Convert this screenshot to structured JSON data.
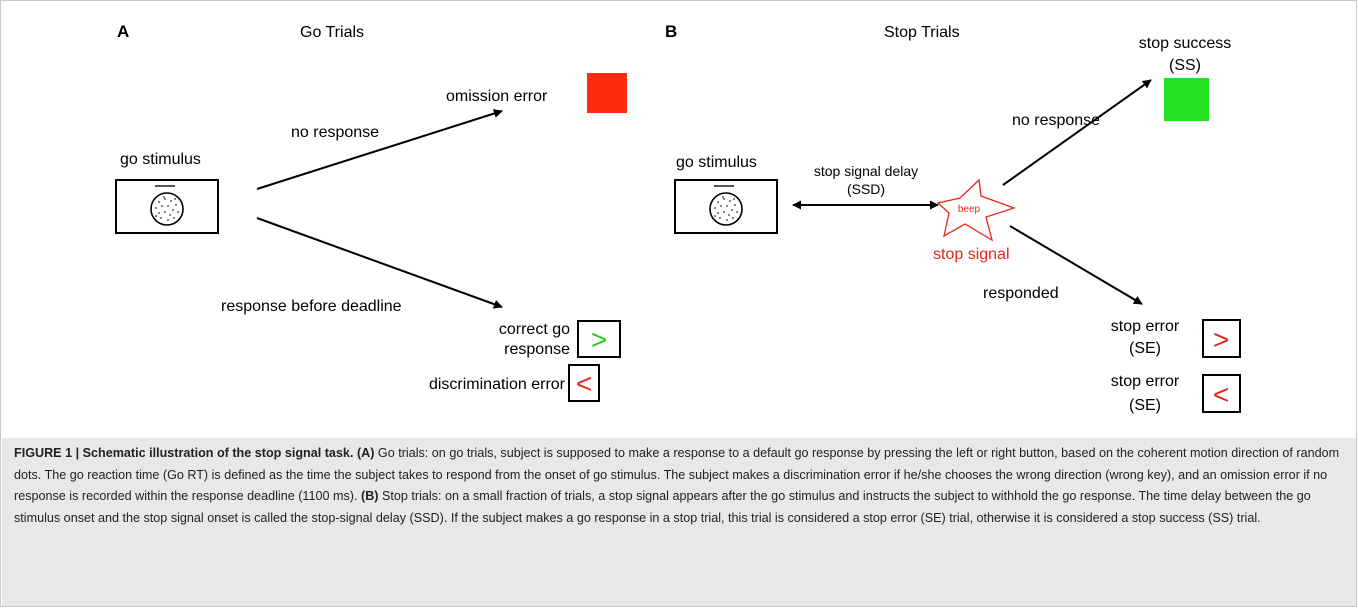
{
  "panel_a": {
    "letter": "A",
    "title": "Go Trials",
    "stimulus_label": "go stimulus",
    "branch_no_response": "no response",
    "branch_response": "response before deadline",
    "omission_label": "omission error",
    "correct_label_line1": "correct go",
    "correct_label_line2": "response",
    "discrimination_label": "discrimination error",
    "correct_symbol": ">",
    "error_symbol": "<",
    "colors": {
      "omission": "#ff2a10",
      "correct_symbol": "#28c828",
      "error_symbol": "#e8261a"
    }
  },
  "panel_b": {
    "letter": "B",
    "title": "Stop Trials",
    "stimulus_label": "go stimulus",
    "ssd_line1": "stop signal delay",
    "ssd_line2": "(SSD)",
    "beep": "beep",
    "stop_signal": "stop signal",
    "branch_no_response": "no response",
    "branch_responded": "responded",
    "success_line1": "stop success",
    "success_line2": "(SS)",
    "error_line1": "stop  error",
    "error_line2": "(SE)",
    "error_symbol_right": ">",
    "error_symbol_left": "<",
    "colors": {
      "success": "#22e022",
      "stop_signal": "#e8261a"
    }
  },
  "caption": {
    "lead": "FIGURE 1 | Schematic illustration of the stop signal task.",
    "ref_a": "(A)",
    "text_a": "Go trials: on go trials, subject is supposed to make a response to a default go response by pressing the left or right button, based on the coherent motion direction of random dots. The go reaction time (Go RT) is defined as the time the subject takes to respond from the onset of go stimulus. The subject makes a discrimination error if he/she chooses the wrong direction (wrong key), and an omission error if no response is recorded within the response deadline (1100 ms).",
    "ref_b": "(B)",
    "text_b": "Stop trials: on a small fraction of trials, a stop signal appears after the go stimulus and instructs the subject to withhold the go response. The time delay between the go stimulus onset and the stop signal onset is called the stop-signal delay (SSD). If the subject makes a go response in a stop trial, this trial is considered a stop error (SE) trial, otherwise it is considered a stop success (SS) trial."
  }
}
